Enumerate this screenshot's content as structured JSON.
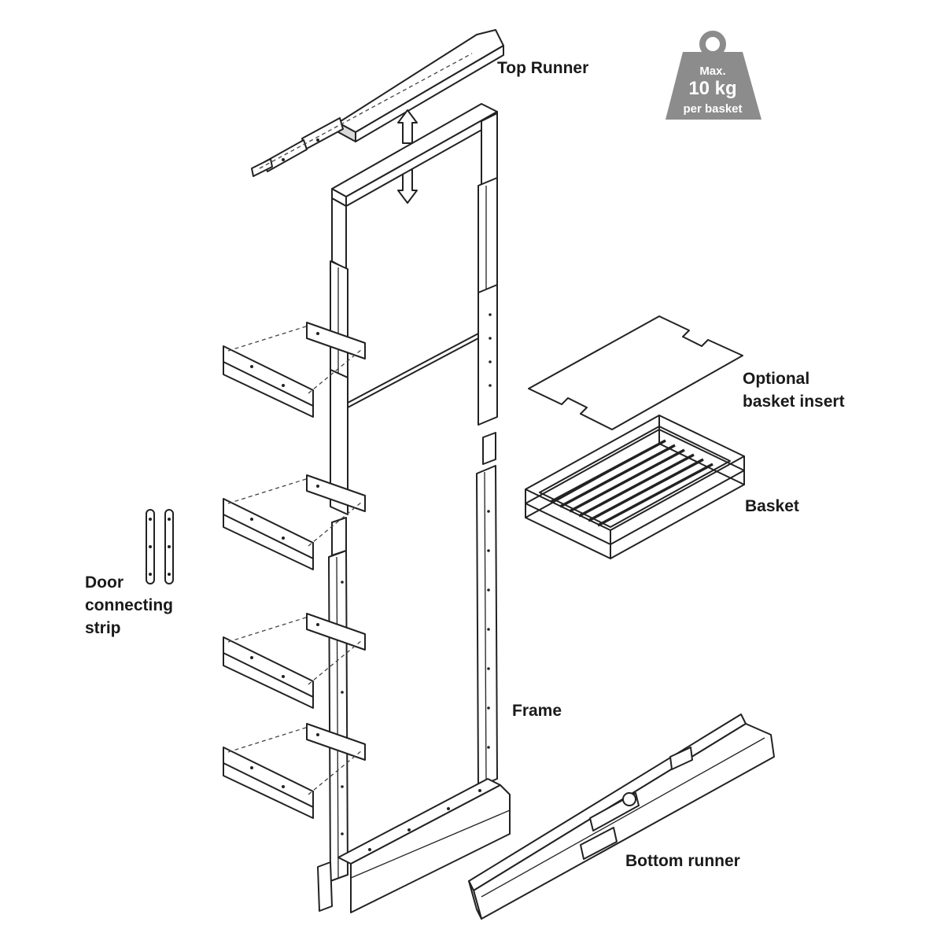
{
  "labels": {
    "top_runner": "Top Runner",
    "optional_insert_line1": "Optional",
    "optional_insert_line2": "basket insert",
    "basket": "Basket",
    "door_line1": "Door",
    "door_line2": "connecting",
    "door_line3": "strip",
    "frame": "Frame",
    "bottom_runner": "Bottom runner"
  },
  "weight_badge": {
    "line1": "Max.",
    "line2": "10 kg",
    "line3": "per basket",
    "color": "#8c8c8c"
  },
  "colors": {
    "line": "#222222",
    "panel_fill": "#d9d9d9",
    "background": "#ffffff"
  }
}
